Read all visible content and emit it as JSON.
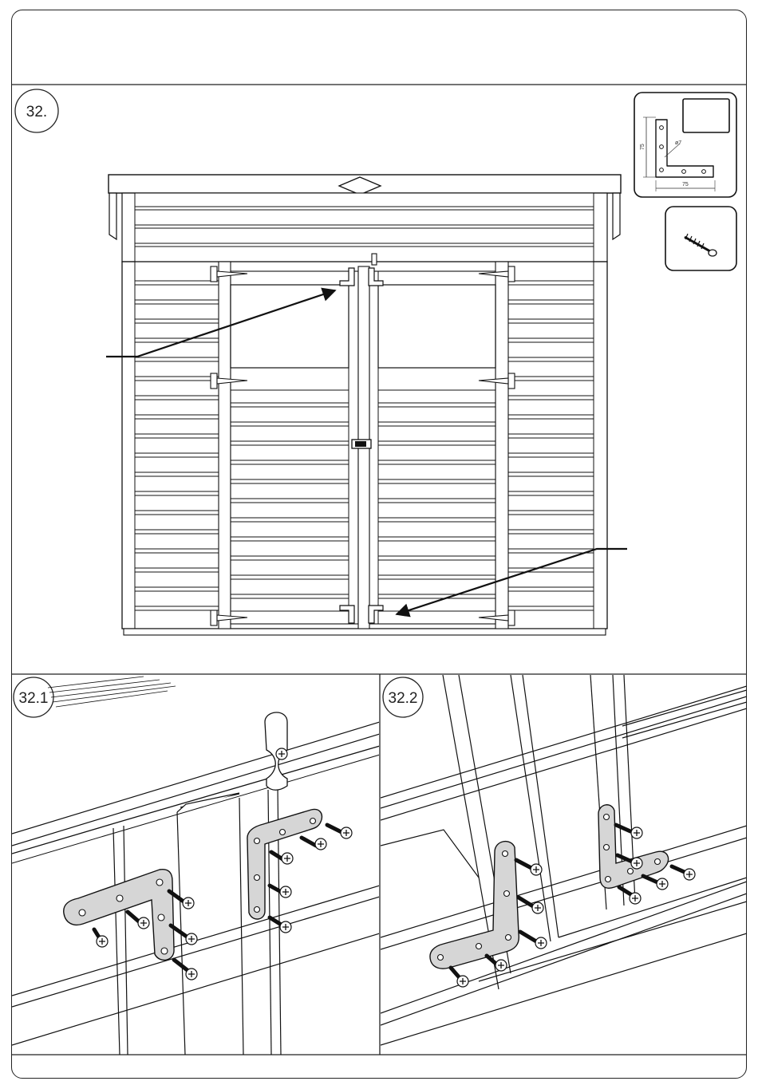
{
  "steps": {
    "main": "32.",
    "sub1": "32.1",
    "sub2": "32.2"
  },
  "parts": {
    "bracket": {
      "icon": "l-bracket-icon",
      "height_dim": "75",
      "width_dim": "75",
      "hole_dim": "ø7"
    },
    "screw": {
      "icon": "screw-icon"
    }
  },
  "colors": {
    "line": "#111111",
    "bracket_fill": "#d6d6d6",
    "panel_fill": "#ffffff"
  }
}
